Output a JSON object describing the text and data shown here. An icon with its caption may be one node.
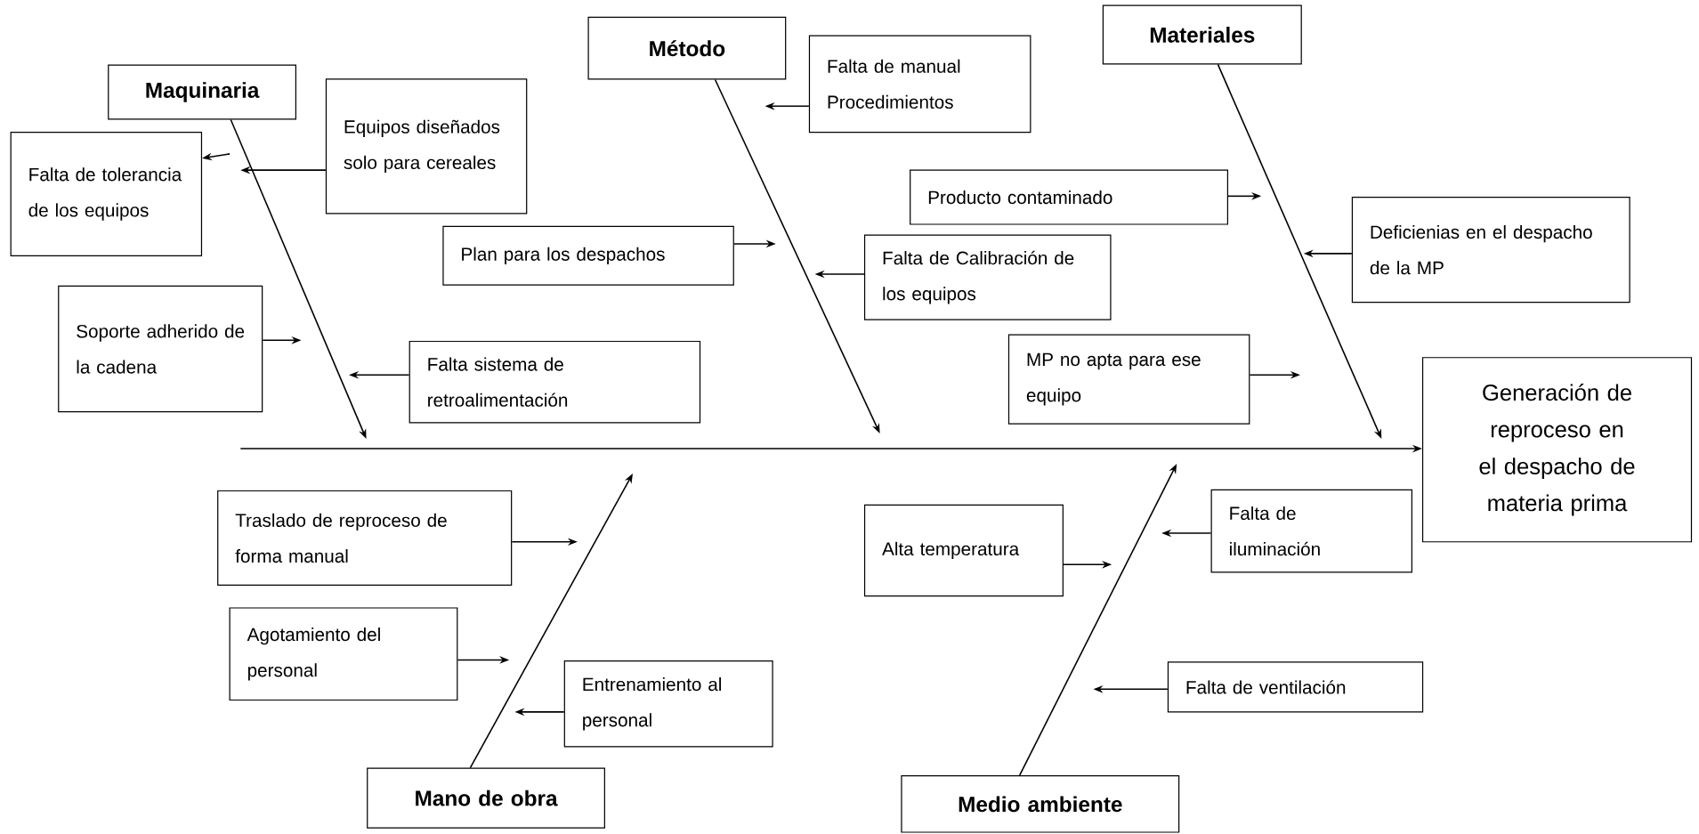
{
  "diagram": {
    "nodes": [
      {
        "text": [
          "Maquinaria"
        ]
      },
      {
        "text": [
          "Falta de tolerancia de los equipos"
        ]
      },
      {
        "text": [
          "Equipos diseñados solo para cereales"
        ]
      },
      {
        "text": [
          "Soporte adherido de la cadena"
        ]
      },
      {
        "text": [
          "Falta sistema de retroalimentación"
        ]
      },
      {
        "text": [
          "Método"
        ]
      },
      {
        "text": [
          "Falta de manual Procedimientos"
        ]
      },
      {
        "text": [
          "Plan para los despachos"
        ]
      },
      {
        "text": [
          "Falta de Calibración de los equipos"
        ]
      },
      {
        "text": [
          "Producto contaminado"
        ]
      },
      {
        "text": [
          "Materiales"
        ]
      },
      {
        "text": [
          "Deficienias en el despacho de la MP"
        ]
      },
      {
        "text": [
          "MP no apta para ese equipo"
        ]
      },
      {
        "text": [
          "Generación de reproceso en el despacho de materia prima"
        ]
      },
      {
        "text": [
          "Traslado de reproceso de forma manual"
        ]
      },
      {
        "text": [
          "Agotamiento del personal"
        ]
      },
      {
        "text": [
          "Entrenamiento al personal"
        ]
      },
      {
        "text": [
          "Mano de obra"
        ]
      },
      {
        "text": [
          "Alta temperatura"
        ]
      },
      {
        "text": [
          "Falta de iluminación"
        ]
      },
      {
        "text": [
          "Falta de ventilación"
        ]
      },
      {
        "text": [
          "Medio ambiente"
        ]
      }
    ],
    "edges": [
      {
        "from": null,
        "to": 13,
        "arrow": "to"
      },
      {
        "from": 0,
        "to": null,
        "arrow": "to"
      },
      {
        "from": null,
        "to": 1,
        "arrow": "to"
      },
      {
        "from": 2,
        "to": null,
        "arrow": "to"
      },
      {
        "from": 3,
        "to": null,
        "arrow": "to"
      },
      {
        "from": 4,
        "to": null,
        "arrow": "to"
      },
      {
        "from": 5,
        "to": null,
        "arrow": "to"
      },
      {
        "from": 6,
        "to": null,
        "arrow": "to"
      },
      {
        "from": 7,
        "to": null,
        "arrow": "to"
      },
      {
        "from": 8,
        "to": null,
        "arrow": "to"
      },
      {
        "from": 9,
        "to": null,
        "arrow": "to"
      },
      {
        "from": 10,
        "to": null,
        "arrow": "to"
      },
      {
        "from": 11,
        "to": null,
        "arrow": "to"
      },
      {
        "from": 12,
        "to": null,
        "arrow": "to"
      },
      {
        "from": 17,
        "to": null,
        "arrow": "to"
      },
      {
        "from": 14,
        "to": null,
        "arrow": "to"
      },
      {
        "from": 15,
        "to": null,
        "arrow": "to"
      },
      {
        "from": 16,
        "to": null,
        "arrow": "to"
      },
      {
        "from": 21,
        "to": null,
        "arrow": "to"
      },
      {
        "from": 18,
        "to": null,
        "arrow": "to"
      },
      {
        "from": 19,
        "to": null,
        "arrow": "to"
      },
      {
        "from": 20,
        "to": null,
        "arrow": "to"
      }
    ]
  }
}
